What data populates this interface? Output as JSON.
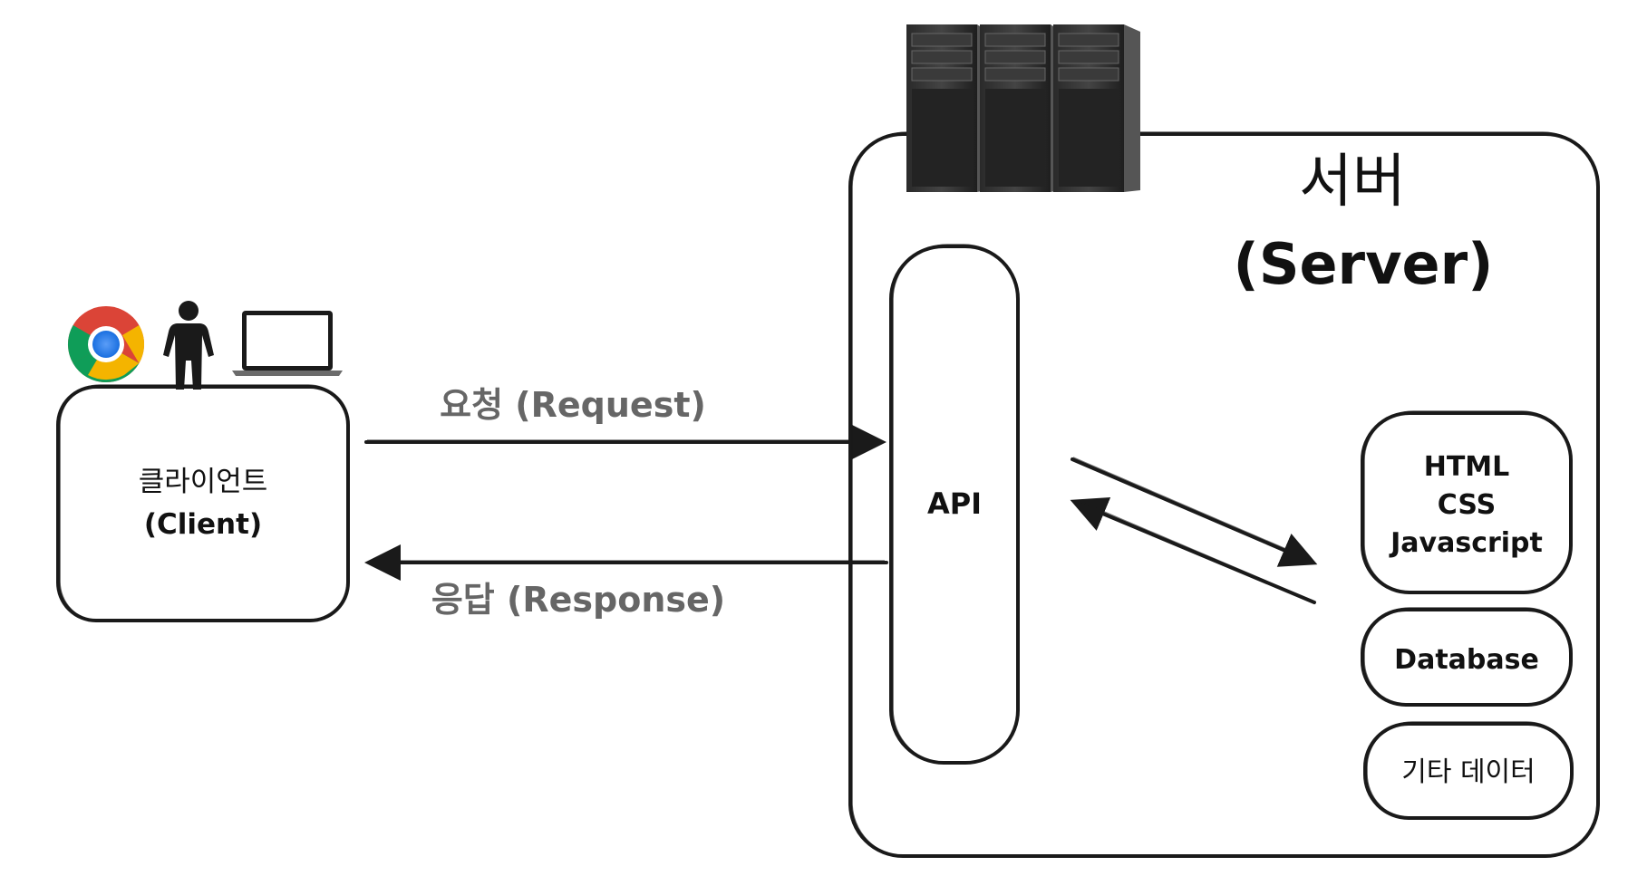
{
  "client": {
    "label_ko": "클라이언트",
    "label_en": "(Client)",
    "icons": [
      "chrome-browser-icon",
      "person-icon",
      "laptop-icon"
    ]
  },
  "server": {
    "title_ko": "서버",
    "title_en": "(Server)",
    "icon": "server-towers-icon",
    "api_label": "API",
    "resources": {
      "web_lines": [
        "HTML",
        "CSS",
        "Javascript"
      ],
      "database": "Database",
      "other_data": "기타 데이터"
    }
  },
  "arrows": {
    "request": "요청 (Request)",
    "response": "응답 (Response)"
  },
  "colors": {
    "stroke": "#1a1a1a",
    "arrow_label": "#666666",
    "background": "#ffffff"
  }
}
